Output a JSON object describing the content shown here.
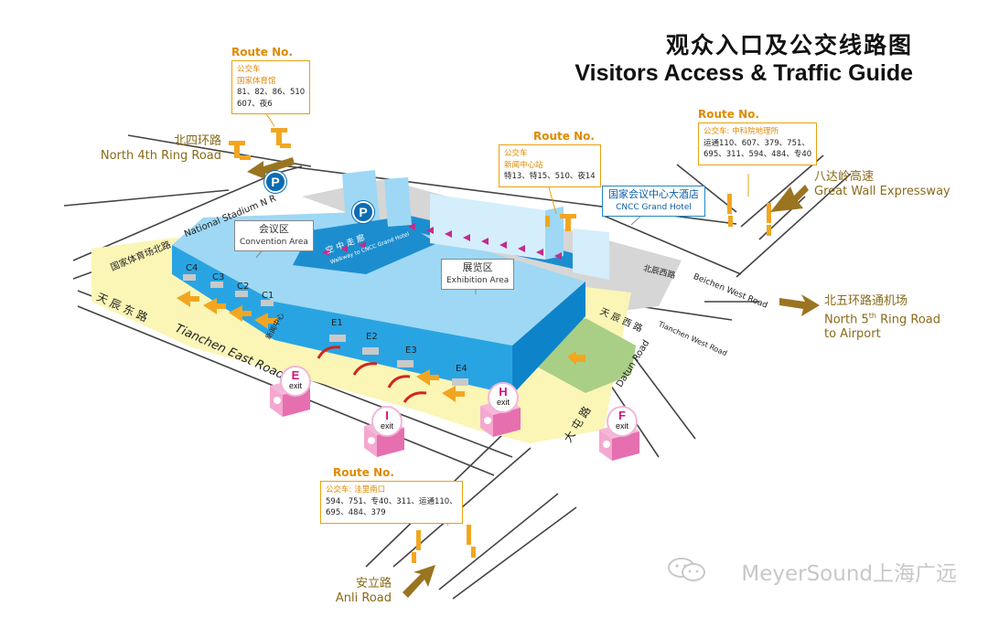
{
  "title": {
    "cn": "观众入口及公交线路图",
    "en": "Visitors Access & Traffic Guide"
  },
  "routes": [
    {
      "heading": "Route No.",
      "line1": "公交车",
      "line2": "国家体育馆",
      "line3": "81、82、86、510",
      "line4": "607、夜6"
    },
    {
      "heading": "Route No.",
      "line1": "公交车",
      "line2": "新闻中心站",
      "line3": "特13、特15、510、夜14"
    },
    {
      "heading": "Route No.",
      "line1": "公交车: 中科院地理所",
      "line2": "运通110、607、379、751、",
      "line3": "695、311、594、484、专40"
    },
    {
      "heading": "Route No.",
      "line1": "公交车: 洼里南口",
      "line2": "594、751、专40、311、运通110、",
      "line3": "695、484、379"
    }
  ],
  "roads": {
    "north4_cn": "北四环路",
    "north4_en": "North 4th Ring Road",
    "great_wall_cn": "八达岭高速",
    "great_wall_en": "Great Wall Expressway",
    "north5_cn": "北五环路通机场",
    "north5_en_a": "North 5",
    "north5_en_sup": "th",
    "north5_en_b": " Ring Road",
    "north5_en_c": "to Airport",
    "anli_cn": "安立路",
    "anli_en": "Anli Road",
    "stadium_n_cn": "国家体育场北路",
    "stadium_n_en": "National Stadium N R",
    "tianchen_e_cn": "天 辰 东 路",
    "tianchen_e_en": "Tianchen East Road",
    "tianchen_w_cn": "天 辰 西 路",
    "tianchen_w_en": "Tianchen West Road",
    "beichen_w_cn": "北辰西路",
    "beichen_w_en": "Beichen West Road",
    "datun_en": "Datun Road",
    "datun_cn": "大 屯 路"
  },
  "areas": {
    "convention_cn": "会议区",
    "convention_en": "Convention Area",
    "exhibition_cn": "展览区",
    "exhibition_en": "Exhibition Area",
    "walkway_cn": "空 中 走 廊",
    "walkway_en": "Walkway to CNCC Grand Hotel",
    "hotel_cn": "国家会议中心大酒店",
    "hotel_en": "CNCC Grand Hotel",
    "side_hall": "新闻中心"
  },
  "parking": {
    "label": "P"
  },
  "gates": [
    "C4",
    "C3",
    "C2",
    "C1",
    "E1",
    "E2",
    "E3",
    "E4"
  ],
  "exits": [
    {
      "letter": "E",
      "word": "exit"
    },
    {
      "letter": "I",
      "word": "exit"
    },
    {
      "letter": "H",
      "word": "exit"
    },
    {
      "letter": "F",
      "word": "exit"
    }
  ],
  "watermark": "MeyerSound上海广远",
  "colors": {
    "building_top": "#9ed8f5",
    "building_front": "#29a4e3",
    "building_side": "#0d84c9",
    "plaza": "#fbf5b6",
    "green": "#a9cf86",
    "road_gray": "#d6d6d6",
    "accent_orange": "#e08a00",
    "road_text": "#8a6a18",
    "exit_pink": "#e66fb0",
    "arrow_brown": "#9a7420"
  }
}
